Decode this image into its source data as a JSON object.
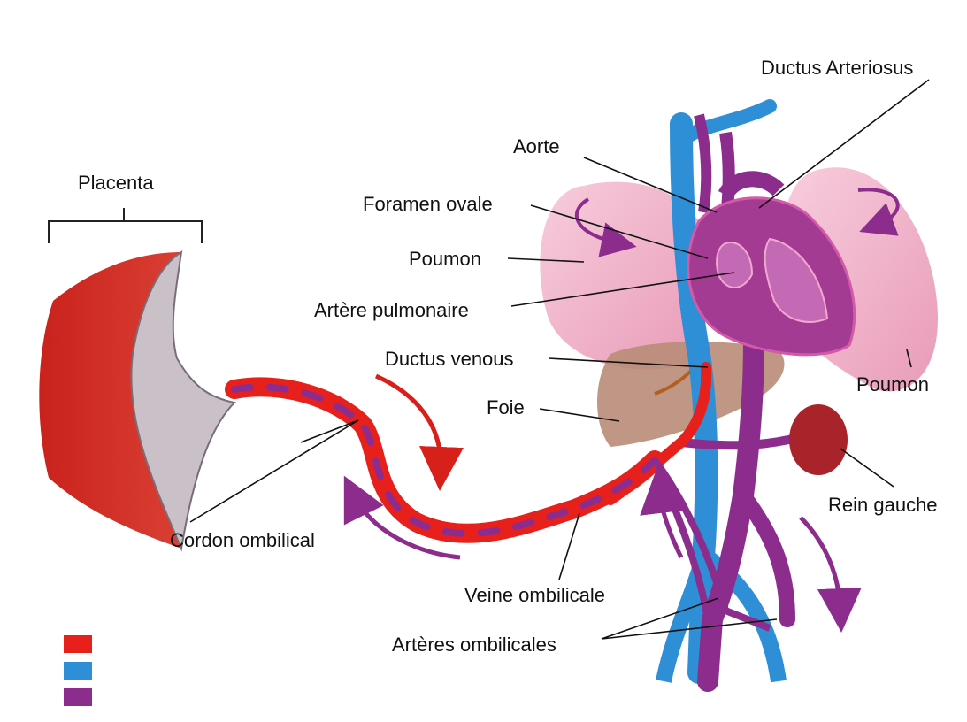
{
  "labels": {
    "placenta": "Placenta",
    "ductus_arteriosus": "Ductus Arteriosus",
    "aorte": "Aorte",
    "foramen_ovale": "Foramen ovale",
    "poumon_left": "Poumon",
    "artere_pulmonaire": "Artère pulmonaire",
    "ductus_venous": "Ductus venous",
    "foie": "Foie",
    "poumon_right": "Poumon",
    "rein_gauche": "Rein gauche",
    "cordon_ombilical": "Cordon ombilical",
    "veine_ombilicale": "Veine ombilicale",
    "arteres_ombilicales": "Artères ombilicales"
  },
  "legend": [
    {
      "color": "#e8201c"
    },
    {
      "color": "#2f8fd6"
    },
    {
      "color": "#8c2d8e"
    }
  ],
  "colors": {
    "oxygenated": "#e8201c",
    "deoxygenated": "#2f8fd6",
    "mixed": "#8c2d8e",
    "lung": "#f2b7cc",
    "liver": "#b78a76",
    "kidney": "#a8232a"
  }
}
